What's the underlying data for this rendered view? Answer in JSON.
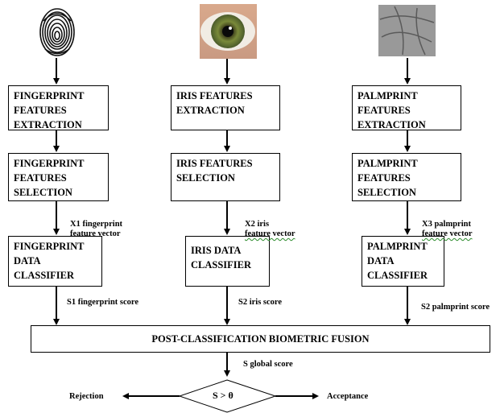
{
  "columns": {
    "fingerprint": {
      "extraction": "FINGERPRINT\nFEATURES\nEXTRACTION",
      "selection": "FINGERPRINT\nFEATURES\nSELECTION",
      "vector_line1": "X1 fingerprint",
      "vector_line2": "feature vector",
      "classifier": "FINGERPRINT\nDATA\nCLASSIFIER",
      "score": "S1 fingerprint score"
    },
    "iris": {
      "extraction": "IRIS FEATURES\nEXTRACTION",
      "selection": "IRIS FEATURES\nSELECTION",
      "vector_line1": "X2 iris",
      "vector_line2": "feature vector",
      "classifier": "IRIS DATA\nCLASSIFIER",
      "score": "S2 iris score"
    },
    "palmprint": {
      "extraction": "PALMPRINT\nFEATURES\nEXTRACTION",
      "selection": "PALMPRINT\nFEATURES\nSELECTION",
      "vector_line1": "X3 palmprint",
      "vector_line2": "feature vector",
      "classifier": "PALMPRINT\nDATA\nCLASSIFIER",
      "score": "S2 palmprint score"
    }
  },
  "fusion": "POST-CLASSIFICATION BIOMETRIC FUSION",
  "global_score": "S global score",
  "decision": "S > θ",
  "rejection": "Rejection",
  "acceptance": "Acceptance",
  "colors": {
    "line": "#000000",
    "iris_green": "#7a8a3a",
    "palm_gray": "#8c8c8c"
  },
  "icons": [
    "fingerprint-icon",
    "iris-icon",
    "palmprint-icon"
  ]
}
